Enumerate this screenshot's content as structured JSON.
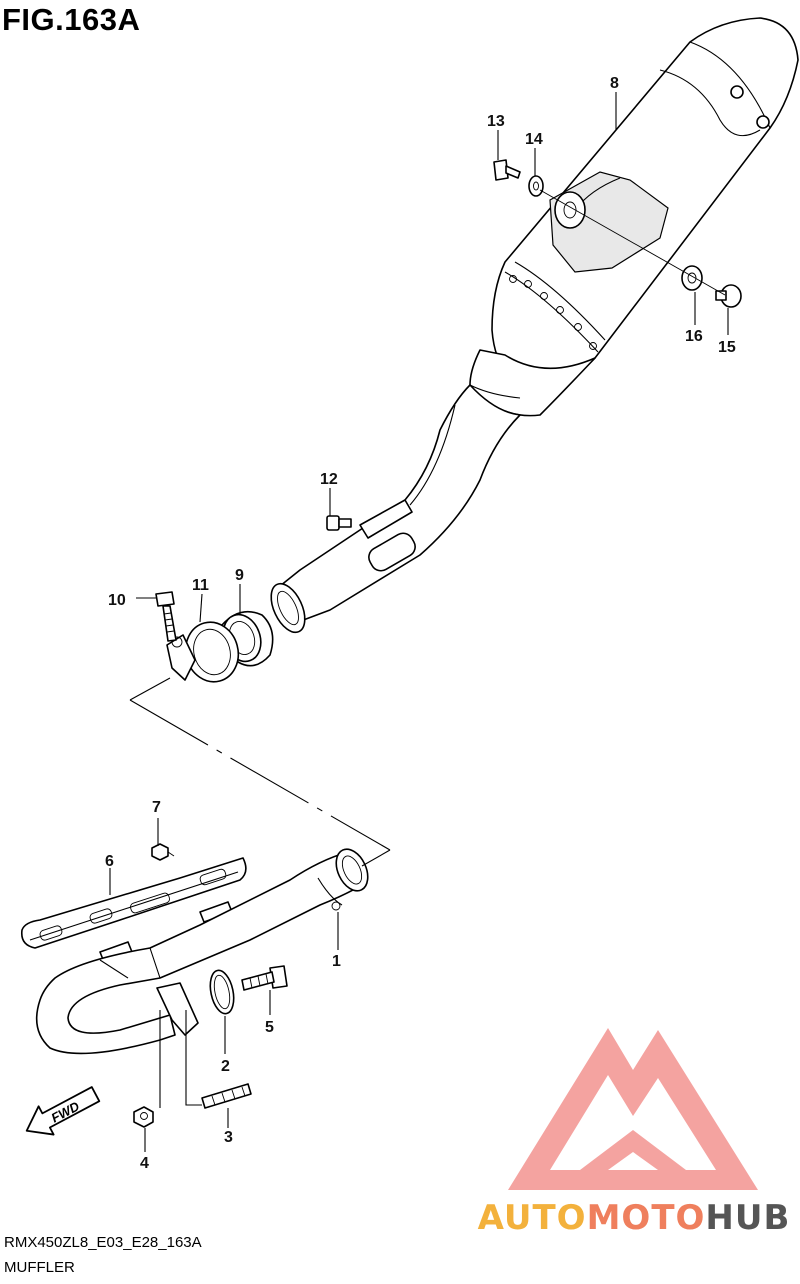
{
  "figure": {
    "title": "FIG.163A",
    "code": "RMX450ZL8_E03_E28_163A",
    "caption": "MUFFLER"
  },
  "callouts": [
    {
      "id": "callout-1",
      "text": "1"
    },
    {
      "id": "callout-2",
      "text": "2"
    },
    {
      "id": "callout-3",
      "text": "3"
    },
    {
      "id": "callout-4",
      "text": "4"
    },
    {
      "id": "callout-5",
      "text": "5"
    },
    {
      "id": "callout-6",
      "text": "6"
    },
    {
      "id": "callout-7",
      "text": "7"
    },
    {
      "id": "callout-8",
      "text": "8"
    },
    {
      "id": "callout-9",
      "text": "9"
    },
    {
      "id": "callout-10",
      "text": "10"
    },
    {
      "id": "callout-11",
      "text": "11"
    },
    {
      "id": "callout-12",
      "text": "12"
    },
    {
      "id": "callout-13",
      "text": "13"
    },
    {
      "id": "callout-14",
      "text": "14"
    },
    {
      "id": "callout-15",
      "text": "15"
    },
    {
      "id": "callout-16",
      "text": "16"
    }
  ],
  "direction_arrow": {
    "label": "FWD"
  },
  "watermark": {
    "part1": "AUTO",
    "part2": "MOTO",
    "part3": "HUB",
    "color_auto": "#f3b13c",
    "color_moto": "#ef7f5d",
    "color_logo": "#f4a3a0"
  }
}
